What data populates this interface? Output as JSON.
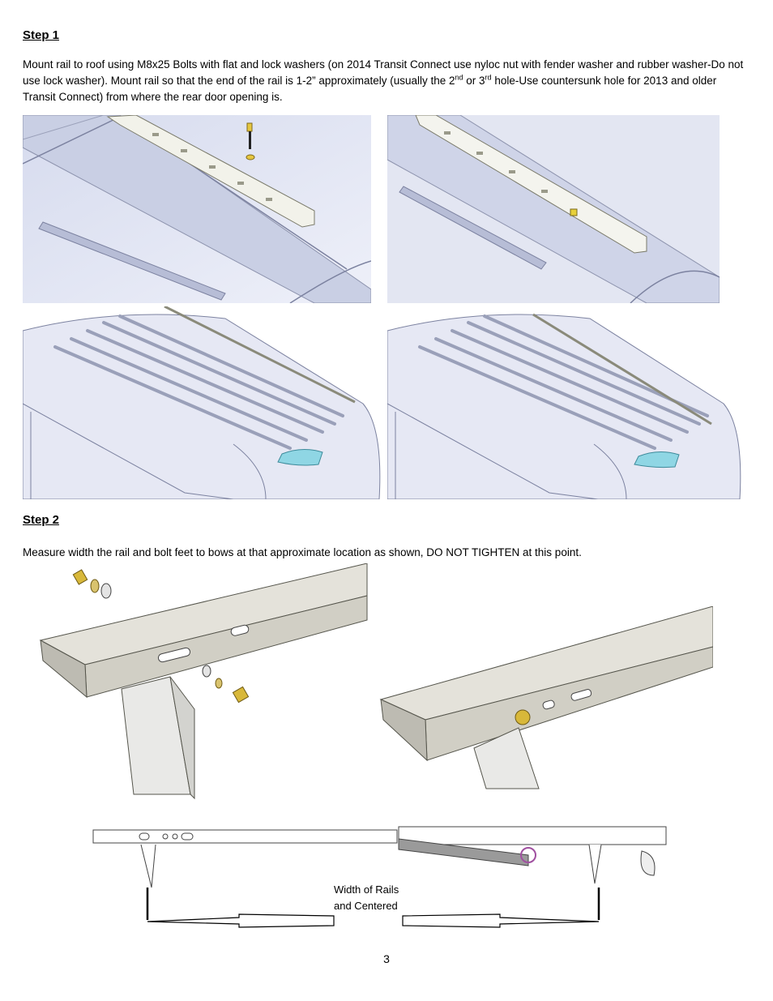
{
  "step1": {
    "title": "Step 1",
    "text_a": "Mount rail to roof using M8x25 Bolts with flat and lock washers (on 2014 Transit Connect use nyloc nut with fender washer and rubber washer-Do not use lock washer). Mount rail so that the end of the rail is 1-2” approximately (usually the 2",
    "sup_a": "nd",
    "text_b": " or 3",
    "sup_b": "rd",
    "text_c": " hole-Use countersunk hole for 2013 and older Transit Connect) from where the rear door opening is."
  },
  "step2": {
    "title": "Step 2",
    "text": "Measure width the rail and bolt feet to bows at that approximate location as shown, DO NOT TIGHTEN at this point."
  },
  "diagram": {
    "label_line1": "Width of Rails",
    "label_line2": "and Centered"
  },
  "page_number": "3"
}
